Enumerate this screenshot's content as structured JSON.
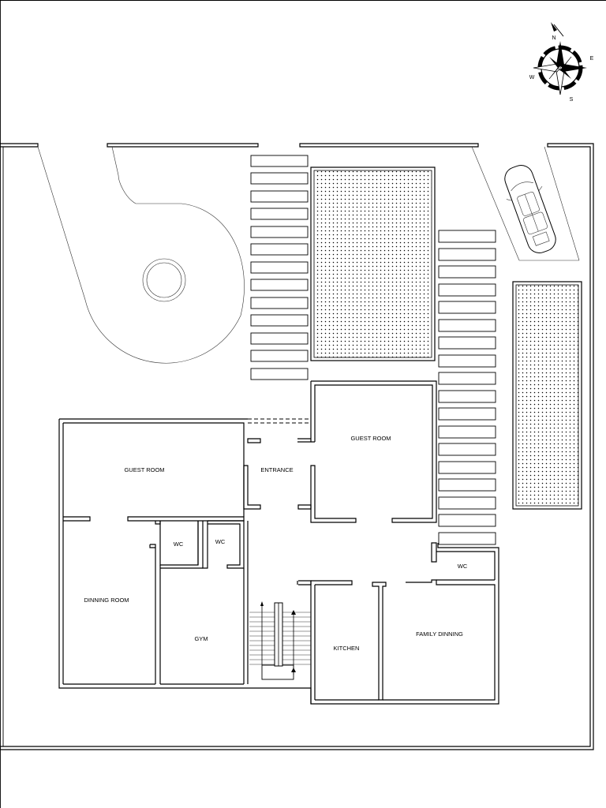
{
  "rooms": {
    "guest_room_left": "GUEST ROOM",
    "entrance": "ENTRANCE",
    "guest_room_right": "GUEST ROOM",
    "wc_left": "WC",
    "wc_middle": "WC",
    "wc_right": "WC",
    "dinning_room": "DINNING ROOM",
    "gym": "GYM",
    "kitchen": "KITCHEN",
    "family_dinning": "FAMILY DINNING"
  },
  "compass": {
    "n": "N",
    "e": "E",
    "s": "S",
    "w": "W",
    "icon": "compass-rose-icon"
  },
  "icons": {
    "car": "car-icon",
    "stairs": "stairs-icon"
  },
  "colors": {
    "line": "#000000",
    "background": "#ffffff"
  }
}
